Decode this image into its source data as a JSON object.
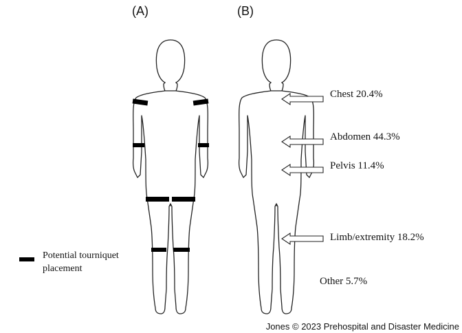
{
  "panels": {
    "a_label": "(A)",
    "b_label": "(B)"
  },
  "legend": {
    "line1": "Potential tourniquet",
    "line2": "placement"
  },
  "regions": [
    {
      "label": "Chest 20.4%"
    },
    {
      "label": "Abdomen 44.3%"
    },
    {
      "label": "Pelvis 11.4%"
    },
    {
      "label": "Limb/extremity 18.2%"
    }
  ],
  "other": {
    "label": "Other 5.7%"
  },
  "credit": "Jones © 2023 Prehospital and Disaster Medicine",
  "colors": {
    "outline": "#222222",
    "band": "#000000",
    "background": "#ffffff"
  }
}
